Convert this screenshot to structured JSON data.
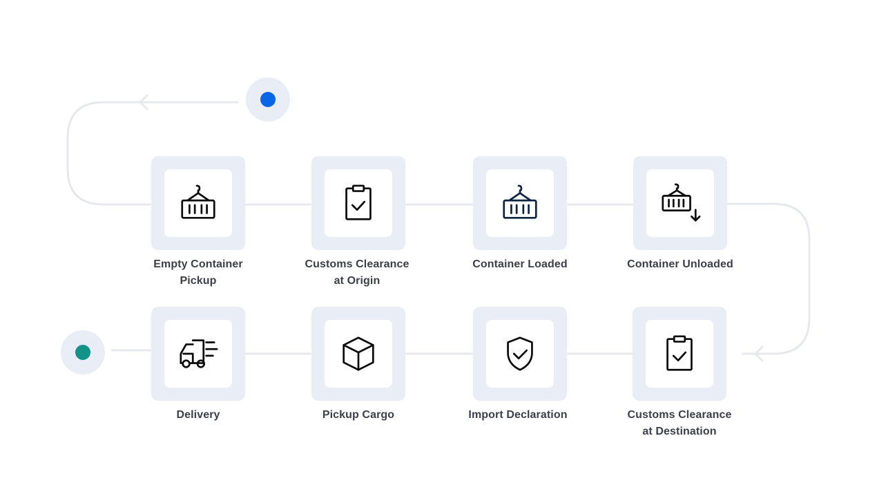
{
  "colors": {
    "start_dot": "#0a66e8",
    "end_dot": "#139288",
    "node_frame": "#e8edf6",
    "connector": "#e6e8ec",
    "icon_dark": "#0b0b0b",
    "icon_navy": "#0c2340",
    "label_text": "#3b3f4a"
  },
  "steps": [
    {
      "label_line1": "Empty Container",
      "label_line2": "Pickup",
      "icon": "container-crane-icon"
    },
    {
      "label_line1": "Customs Clearance",
      "label_line2": "at Origin",
      "icon": "clipboard-check-icon"
    },
    {
      "label_line1": "Container Loaded",
      "label_line2": "",
      "icon": "container-crane-icon"
    },
    {
      "label_line1": "Container Unloaded",
      "label_line2": "",
      "icon": "container-unload-icon"
    },
    {
      "label_line1": "Customs Clearance",
      "label_line2": "at Destination",
      "icon": "clipboard-check-icon"
    },
    {
      "label_line1": "Import Declaration",
      "label_line2": "",
      "icon": "shield-check-icon"
    },
    {
      "label_line1": "Pickup Cargo",
      "label_line2": "",
      "icon": "box-icon"
    },
    {
      "label_line1": "Delivery",
      "label_line2": "",
      "icon": "delivery-truck-icon"
    }
  ]
}
